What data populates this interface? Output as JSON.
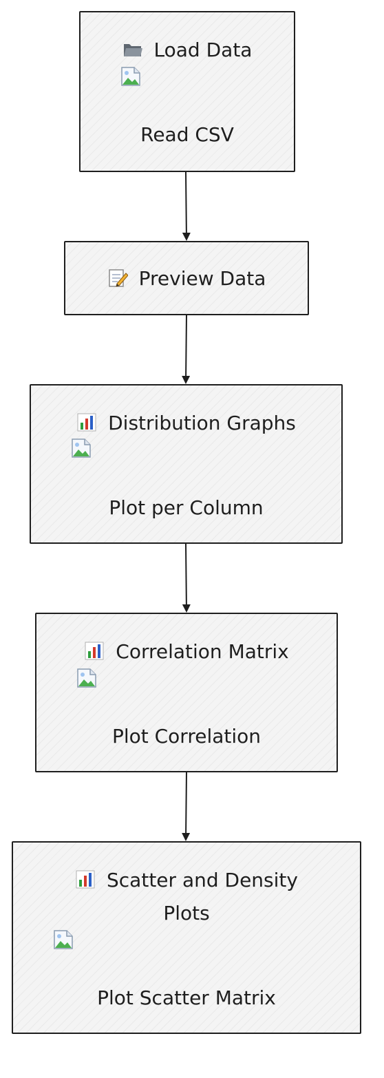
{
  "nodes": [
    {
      "title": "Load Data",
      "subtitle": "Read CSV",
      "icon": "folder-icon"
    },
    {
      "title": "Preview Data",
      "subtitle": "",
      "icon": "memo-icon"
    },
    {
      "title": "Distribution Graphs",
      "subtitle": "Plot per Column",
      "icon": "bar-chart-icon"
    },
    {
      "title": "Correlation Matrix",
      "subtitle": "Plot Correlation",
      "icon": "bar-chart-icon"
    },
    {
      "title": "Scatter and Density",
      "title_line2": "Plots",
      "subtitle": "Plot Scatter Matrix",
      "icon": "bar-chart-icon"
    }
  ],
  "colors": {
    "stroke": "#1e1e1e",
    "fill": "#f4f4f4"
  }
}
